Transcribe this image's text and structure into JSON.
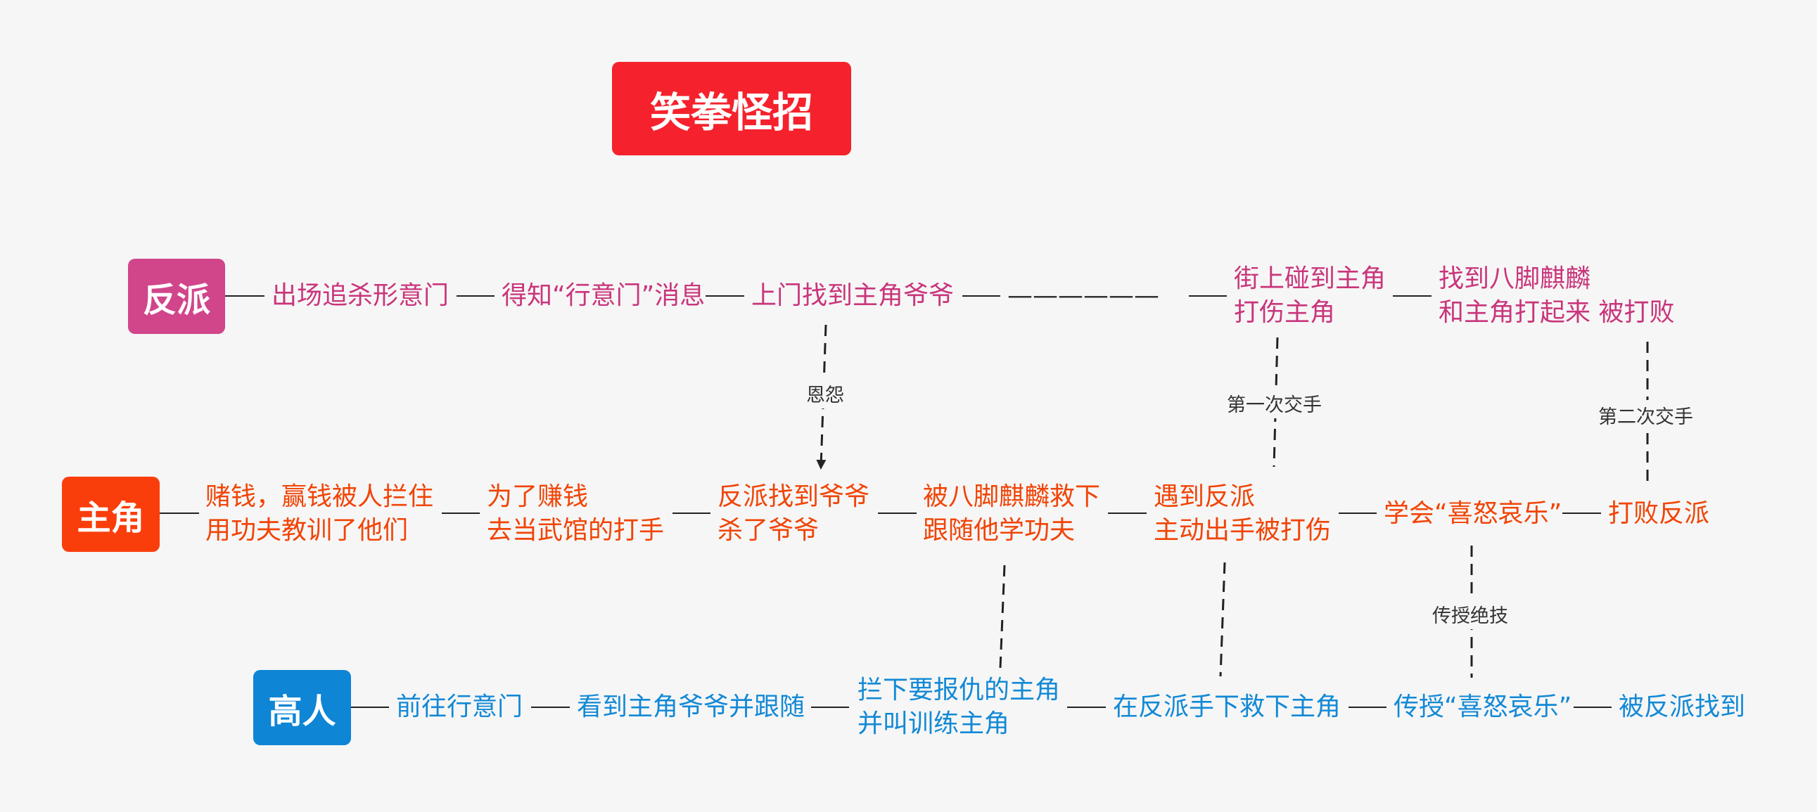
{
  "title": "笑拳怪招",
  "lanes": {
    "fanpai": {
      "label": "反派",
      "color": "#d1458b",
      "nodes": [
        {
          "l1": "出场追杀形意门",
          "l2": ""
        },
        {
          "l1": "得知“行意门”消息",
          "l2": ""
        },
        {
          "l1": "上门找到主角爷爷",
          "l2": ""
        },
        {
          "l1": "——————",
          "l2": ""
        },
        {
          "l1": "街上碰到主角",
          "l2": "打伤主角"
        },
        {
          "l1": "找到八脚麒麟",
          "l2": "和主角打起来 被打败"
        }
      ]
    },
    "zhujiao": {
      "label": "主角",
      "color": "#fa3e0b",
      "nodes": [
        {
          "l1": "赌钱，赢钱被人拦住",
          "l2": "用功夫教训了他们"
        },
        {
          "l1": "为了赚钱",
          "l2": "去当武馆的打手"
        },
        {
          "l1": "反派找到爷爷",
          "l2": "杀了爷爷"
        },
        {
          "l1": "被八脚麒麟救下",
          "l2": "跟随他学功夫"
        },
        {
          "l1": "遇到反派",
          "l2": "主动出手被打伤"
        },
        {
          "l1": "学会“喜怒哀乐”",
          "l2": ""
        },
        {
          "l1": "打败反派",
          "l2": ""
        }
      ]
    },
    "gaoren": {
      "label": "高人",
      "color": "#0e85d5",
      "nodes": [
        {
          "l1": "前往行意门",
          "l2": ""
        },
        {
          "l1": "看到主角爷爷并跟随",
          "l2": ""
        },
        {
          "l1": "拦下要报仇的主角",
          "l2": "并叫训练主角"
        },
        {
          "l1": "在反派手下救下主角",
          "l2": ""
        },
        {
          "l1": "传授“喜怒哀乐”",
          "l2": ""
        },
        {
          "l1": "被反派找到",
          "l2": ""
        }
      ]
    }
  },
  "relations": [
    {
      "label": "恩怨"
    },
    {
      "label": "第一次交手"
    },
    {
      "label": "第二次交手"
    },
    {
      "label": "传授绝技"
    },
    {
      "label": ""
    },
    {
      "label": ""
    }
  ],
  "title_color": "#f5222d"
}
